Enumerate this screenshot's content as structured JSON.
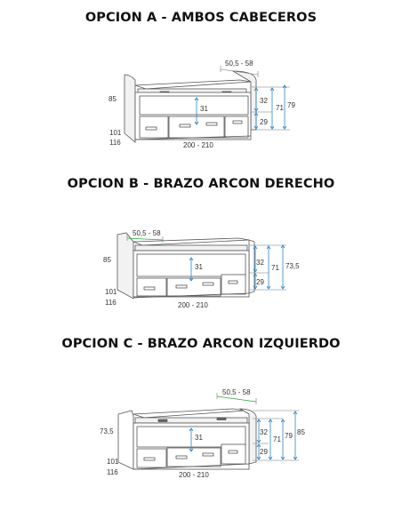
{
  "sections": [
    {
      "title": "OPCION A - AMBOS CABECEROS",
      "dims": {
        "top": "50,5 - 58",
        "left_height": "85",
        "depth_a": "101",
        "depth_b": "116",
        "width": "200 - 210",
        "inner": "31",
        "upper": "32",
        "lower": "29",
        "mid": "71",
        "total": "79"
      }
    },
    {
      "title": "OPCION B - BRAZO ARCON DERECHO",
      "dims": {
        "top": "50,5 - 58",
        "left_height": "85",
        "depth_a": "101",
        "depth_b": "116",
        "width": "200 - 210",
        "inner": "31",
        "upper": "32",
        "lower": "29",
        "mid": "71",
        "total": "73,5"
      }
    },
    {
      "title": "OPCION C - BRAZO ARCON IZQUIERDO",
      "dims": {
        "top": "50,5 - 58",
        "left_height": "73,5",
        "depth_a": "101",
        "depth_b": "116",
        "width": "200 - 210",
        "inner": "31",
        "upper": "32",
        "lower": "29",
        "mid": "71",
        "total": "85"
      }
    }
  ]
}
